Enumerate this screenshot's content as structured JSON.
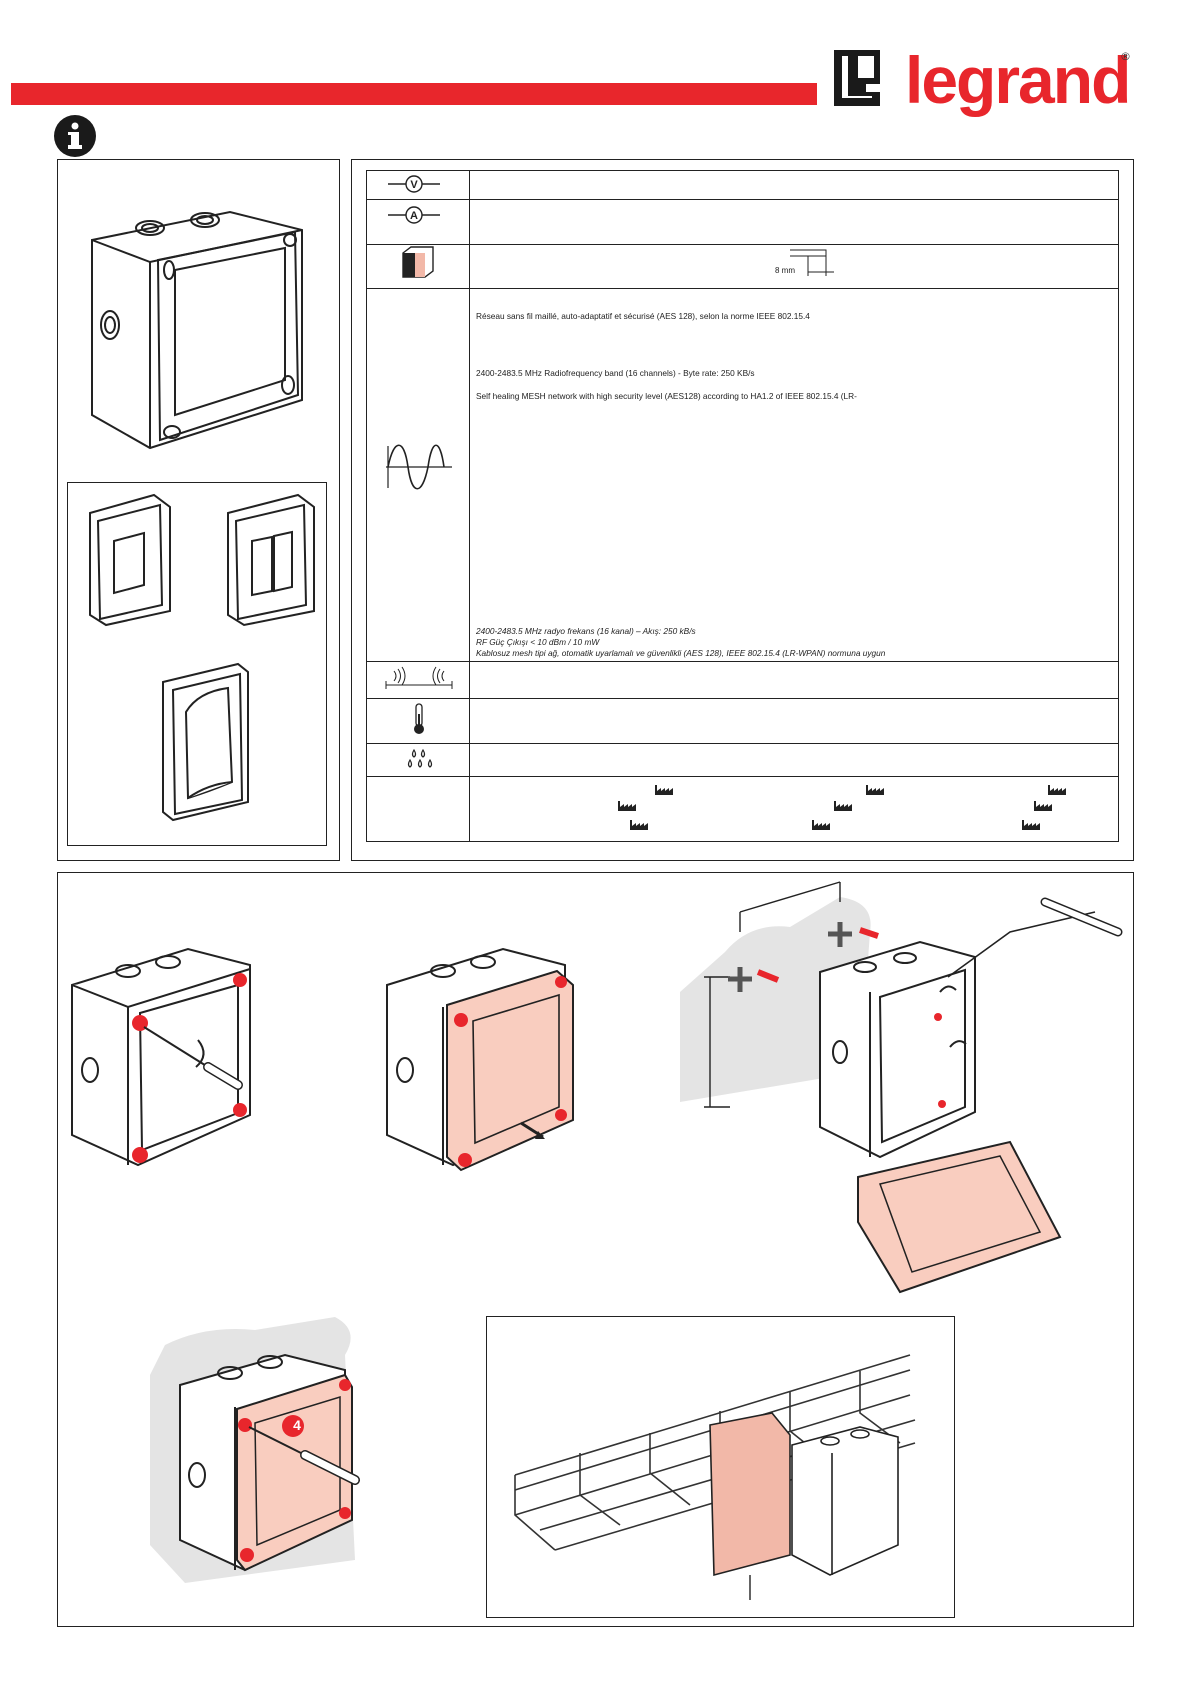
{
  "brand": {
    "name": "legrand",
    "registered_mark": "®",
    "red": "#e8262c"
  },
  "info_icon": "info-icon",
  "spec_table": {
    "rows": [
      {
        "icon": "voltage-icon",
        "icon_text": "V"
      },
      {
        "icon": "current-icon",
        "icon_text": "A"
      },
      {
        "icon": "terminal-icon",
        "strip_length": "8 mm"
      },
      {
        "icon": "radio-wave-icon",
        "lines": {
          "fr": "Réseau sans fil maillé, auto-adaptatif et sécurisé (AES 128), selon la norme IEEE 802.15.4",
          "en_band": "2400-2483.5 MHz Radiofrequency band (16 channels) -  Byte rate: 250 KB/s",
          "en_mesh": "Self healing MESH network with high security level (AES128) according to HA1.2 of IEEE 802.15.4 (LR-",
          "tr_band": "2400-2483.5 MHz radyo frekans (16 kanal) – Akış: 250 kB/s",
          "tr_power": "RF Güç Çıkışı < 10 dBm / 10 mW",
          "tr_mesh": "Kablosuz mesh tipi ağ, otomatik uyarlamalı ve güvenlikli (AES 128), IEEE 802.15.4 (LR-WPAN) normuna uygun"
        }
      },
      {
        "icon": "range-icon"
      },
      {
        "icon": "thermometer-icon"
      },
      {
        "icon": "humidity-icon"
      },
      {
        "icon": "factory-icon"
      }
    ]
  },
  "install": {
    "step_badge": "4"
  }
}
